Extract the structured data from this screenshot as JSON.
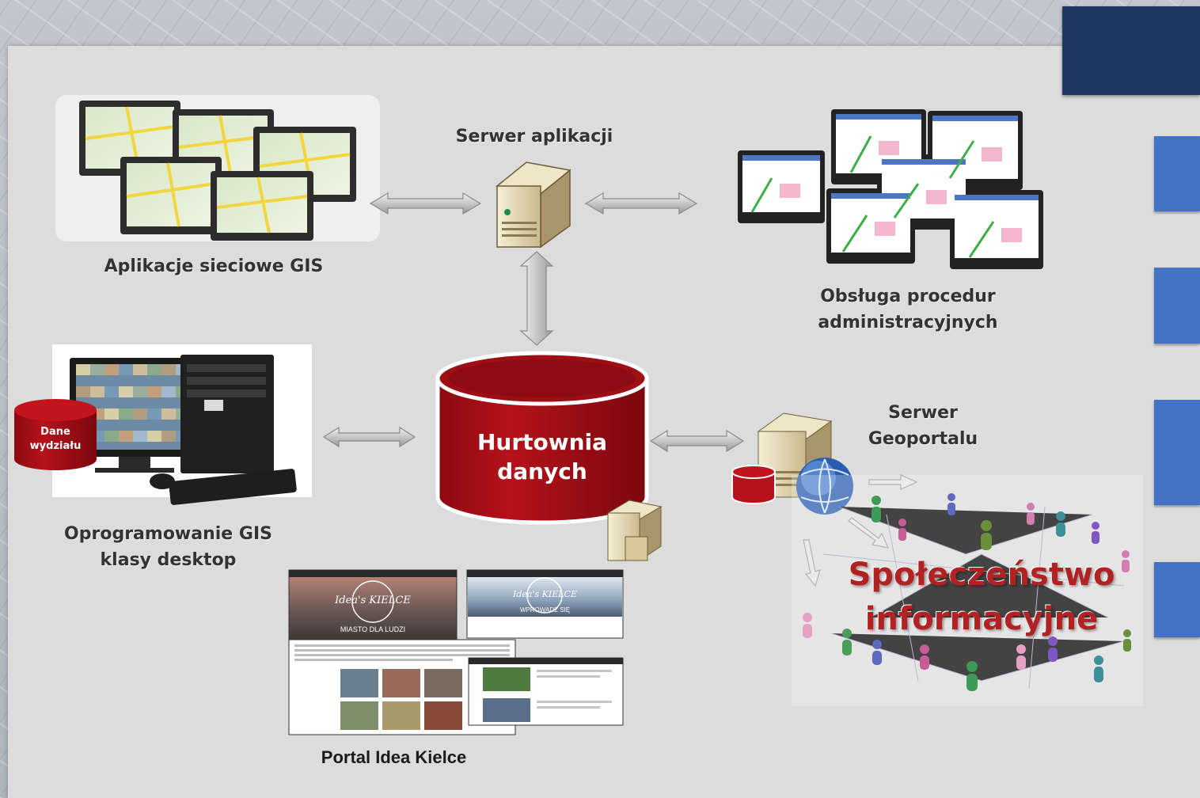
{
  "labels": {
    "app_server": "Serwer aplikacji",
    "web_gis": "Aplikacje sieciowe GIS",
    "admin_procedures_line1": "Obsługa procedur",
    "admin_procedures_line2": "administracyjnych",
    "warehouse_line1": "Hurtownia",
    "warehouse_line2": "danych",
    "department_data_line1": "Dane",
    "department_data_line2": "wydziału",
    "desktop_gis_line1": "Oprogramowanie GIS",
    "desktop_gis_line2": "klasy desktop",
    "geoportal_line1": "Serwer",
    "geoportal_line2": "Geoportalu",
    "society_line1": "Społeczeństwo",
    "society_line2": "informacyjne",
    "portal": "Portal Idea Kielce"
  },
  "portal_screens": {
    "logo_1": "Idea's KIELCE",
    "tagline_1": "MIASTO DLA LUDZI",
    "logo_2": "Idea's KIELCE",
    "tagline_2": "WPROWADZ SIĘ"
  },
  "colors": {
    "header": "#1f3864",
    "tab": "#4472c4",
    "warehouse": "#a50f15",
    "society_text": "#b22222"
  }
}
